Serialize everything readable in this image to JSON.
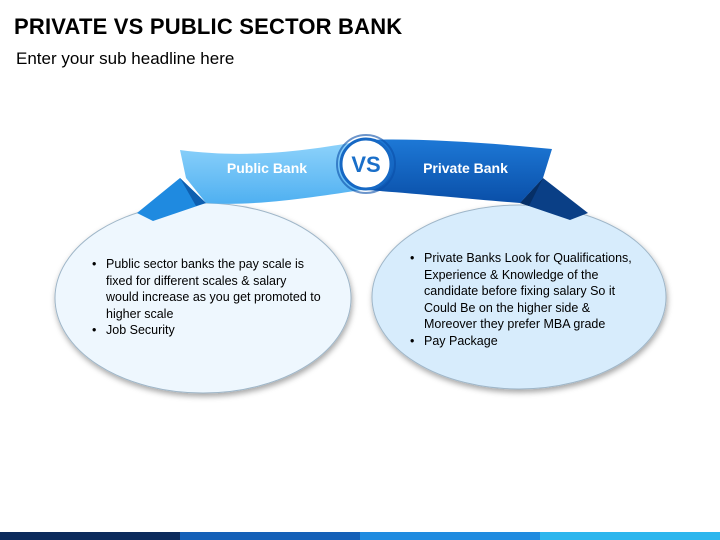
{
  "header": {
    "title": "PRIVATE VS PUBLIC SECTOR BANK",
    "subtitle": "Enter your sub headline here"
  },
  "comparison": {
    "vs_label": "VS",
    "left": {
      "label": "Public Bank",
      "bullets": [
        "Public sector banks the pay scale is fixed for different scales & salary would increase as you get promoted to higher scale",
        "Job Security"
      ]
    },
    "right": {
      "label": "Private Bank",
      "bullets": [
        "Private  Banks Look for Qualifications, Experience & Knowledge of the candidate before fixing salary So it Could Be on the higher side & Moreover they prefer MBA grade",
        "Pay Package"
      ]
    }
  },
  "colors": {
    "light_blue": "#5bb8f5",
    "dark_blue": "#0a4fa8",
    "left_fill": "#eef7fe",
    "right_fill": "#d7ecfc",
    "bottom_bar": [
      "#0b2a5c",
      "#1460b8",
      "#1f8be0",
      "#2cb6ee"
    ]
  }
}
